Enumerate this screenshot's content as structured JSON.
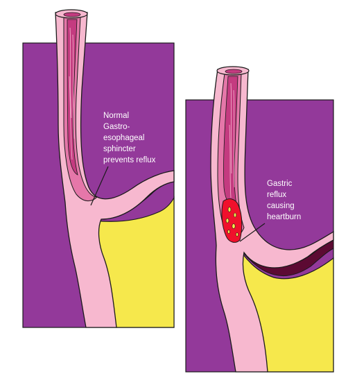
{
  "left_panel": {
    "label_lines": [
      "Normal",
      "Gastro-",
      "esophageal",
      "sphincter",
      "prevents reflux"
    ]
  },
  "right_panel": {
    "label_lines": [
      "Gastric",
      "reflux",
      "causing",
      "heartburn"
    ]
  },
  "colors": {
    "background_purple": "#93399A",
    "esophagus_pink": "#F7B8CF",
    "lining_pink": "#E577A9",
    "lumen_magenta": "#C43B80",
    "stomach_dark_maroon": "#5C0A33",
    "stomach_contents_yellow": "#F6E84C",
    "reflux_red": "#F0102C",
    "outline": "#1a1a1a"
  }
}
